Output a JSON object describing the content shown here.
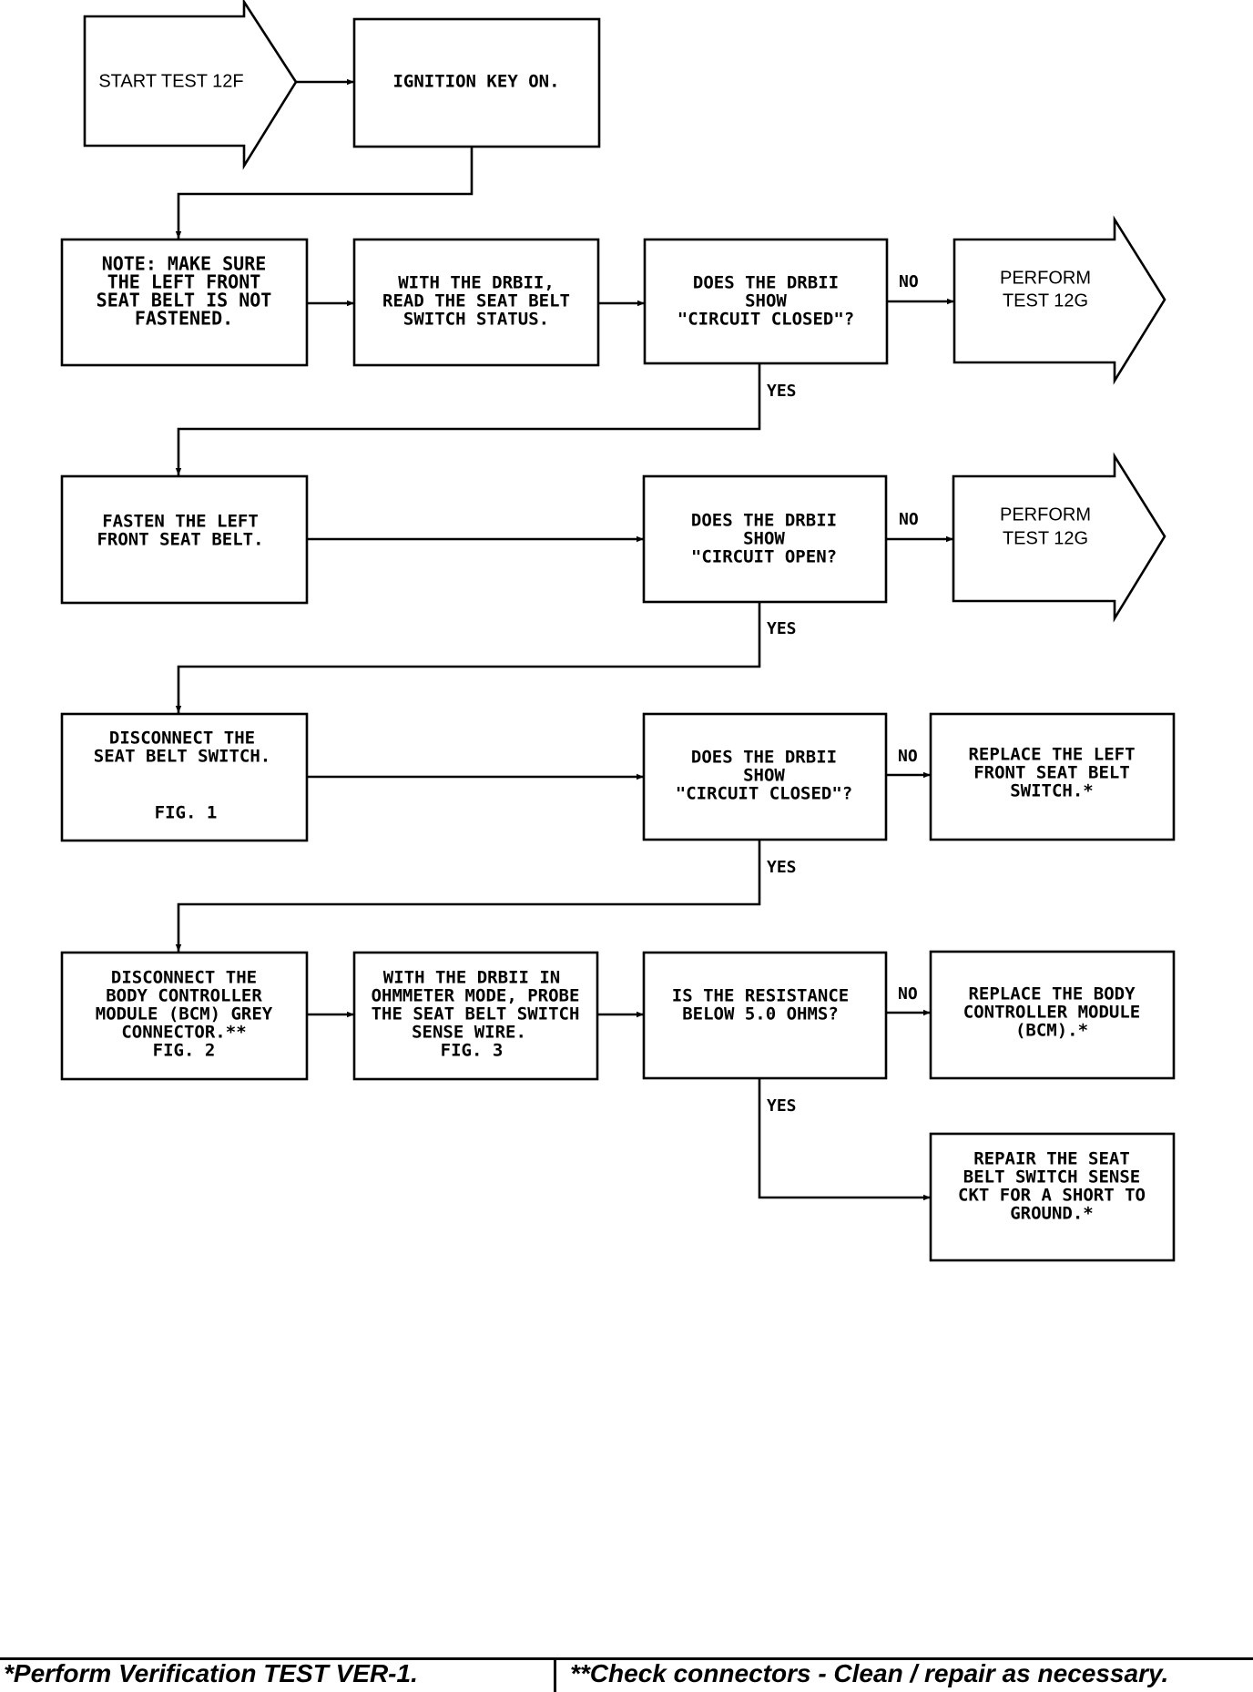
{
  "nodes": {
    "start": [
      "START TEST 12F"
    ],
    "ignition": [
      "IGNITION KEY ON."
    ],
    "note": [
      "NOTE: MAKE SURE",
      "THE LEFT FRONT",
      "SEAT BELT IS NOT",
      "FASTENED."
    ],
    "read_status": [
      "WITH THE DRBII,",
      "READ THE SEAT BELT",
      "SWITCH STATUS."
    ],
    "q1": [
      "DOES THE DRBII",
      "SHOW",
      "\"CIRCUIT CLOSED\"?"
    ],
    "perform1": [
      "PERFORM",
      "TEST 12G"
    ],
    "fasten": [
      "FASTEN THE LEFT",
      "FRONT SEAT BELT."
    ],
    "q2": [
      "DOES THE DRBII",
      "SHOW",
      "\"CIRCUIT OPEN?"
    ],
    "perform2": [
      "PERFORM",
      "TEST 12G"
    ],
    "disconnect_switch": [
      "DISCONNECT THE",
      "SEAT BELT SWITCH."
    ],
    "disconnect_switch_fig": "FIG. 1",
    "q3": [
      "DOES THE DRBII",
      "SHOW",
      "\"CIRCUIT CLOSED\"?"
    ],
    "replace_switch": [
      "REPLACE THE LEFT",
      "FRONT SEAT BELT",
      "SWITCH.*"
    ],
    "disconnect_bcm": [
      "DISCONNECT THE",
      "BODY CONTROLLER",
      "MODULE (BCM) GREY",
      "CONNECTOR.**",
      "FIG. 2"
    ],
    "ohmmeter": [
      "WITH THE DRBII IN",
      "OHMMETER MODE, PROBE",
      "THE SEAT BELT SWITCH",
      "SENSE WIRE.",
      "FIG. 3"
    ],
    "q4": [
      "IS THE RESISTANCE",
      "BELOW 5.0 OHMS?"
    ],
    "replace_bcm": [
      "REPLACE THE BODY",
      "CONTROLLER MODULE",
      "(BCM).*"
    ],
    "repair": [
      "REPAIR THE SEAT",
      "BELT SWITCH SENSE",
      "CKT FOR A SHORT TO",
      "GROUND.*"
    ]
  },
  "labels": {
    "no": "NO",
    "yes": "YES"
  },
  "footer": {
    "left": "*Perform Verification TEST VER-1.",
    "right": "**Check connectors - Clean / repair as necessary."
  }
}
